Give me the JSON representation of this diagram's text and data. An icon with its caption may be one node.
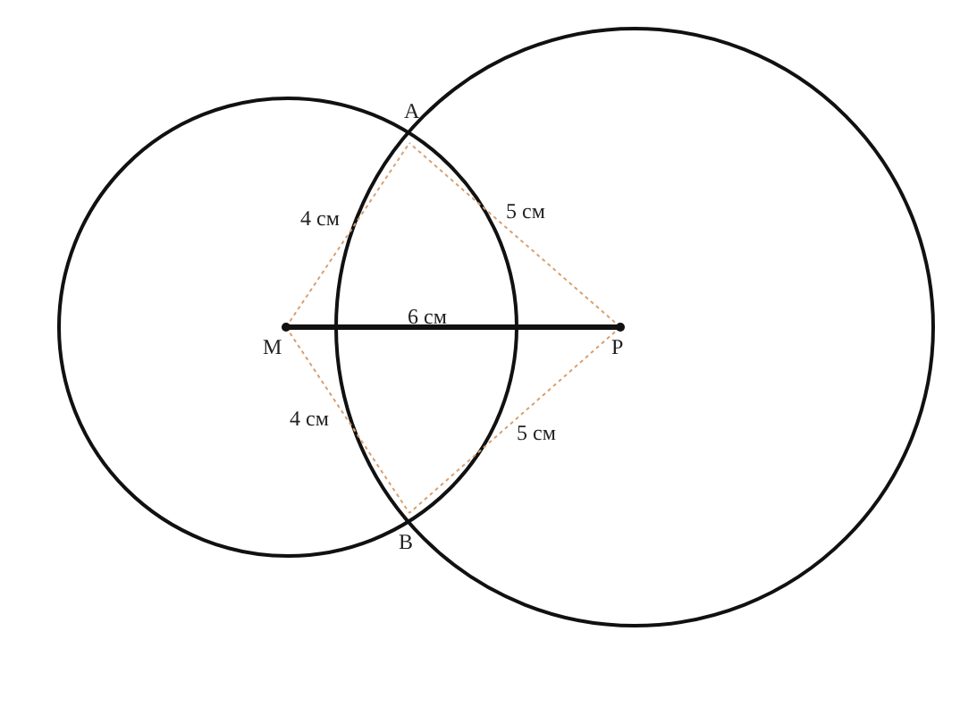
{
  "diagram": {
    "labels": [
      "A",
      "4 см",
      "5 см",
      "M",
      "6 см",
      "P",
      "4 см",
      "5 см",
      "B"
    ]
  }
}
